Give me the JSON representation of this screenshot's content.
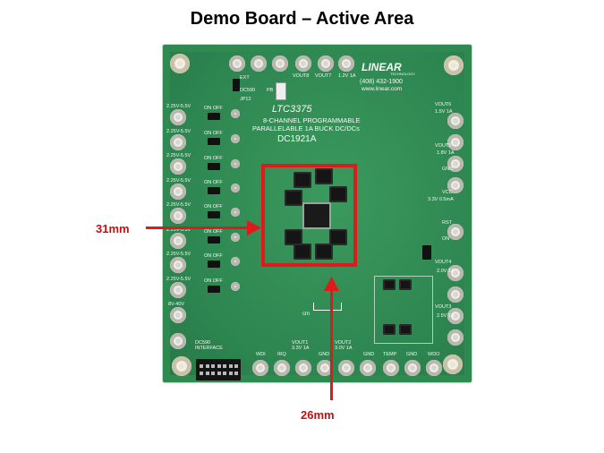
{
  "slide": {
    "title": "Demo Board – Active Area"
  },
  "annotations": {
    "height_label": "31mm",
    "width_label": "26mm",
    "arrow_color": "#e01a1a",
    "box_color": "#e01a1a"
  },
  "board": {
    "color": "#2f8a52",
    "part_name": "LTC3375",
    "desc_line1": "8-CHANNEL PROGRAMMABLE",
    "desc_line2": "PARALLELABLE 1A BUCK DC/DCs",
    "board_id": "DC1921A",
    "logo_text": "LINEAR",
    "logo_sub": "TECHNOLOGY",
    "phone": "(408) 432-1900",
    "web": "www.linear.com",
    "left_labels": [
      "2.25V-5.5V",
      "2.25V-5.5V",
      "2.25V-5.5V",
      "2.25V-5.5V",
      "2.25V-5.5V",
      "2.25V-5.5V",
      "2.25V-5.5V",
      "2.25V-5.5V",
      "8V-40V"
    ],
    "en_labels": [
      "ON OFF",
      "ON OFF",
      "ON OFF",
      "ON OFF",
      "ON OFF",
      "ON OFF",
      "ON OFF",
      "ON OFF"
    ],
    "right_labels": [
      "VOUT6",
      "1.5V 1A",
      "VOUT5",
      "1.8V 1A",
      "GND",
      "3.3V 0.5mA",
      "VCC",
      "RST",
      "ON",
      "VOUT4",
      "2.0V 1A",
      "VOUT3",
      "2.5V 1A"
    ],
    "bottom_labels": [
      "WDI",
      "IRQ",
      "VOUT1 3.3V 1A",
      "GND",
      "VOUT2 3.0V 1A",
      "GND",
      "TEMP",
      "GND",
      "WDO"
    ],
    "interface_label": "DC590 INTERFACE",
    "top_labels": [
      "EXT",
      "DC590",
      "JP12",
      "PB",
      "VOUT8",
      "VOUT7",
      "1.2V 1A"
    ],
    "scale_label": "cm"
  }
}
